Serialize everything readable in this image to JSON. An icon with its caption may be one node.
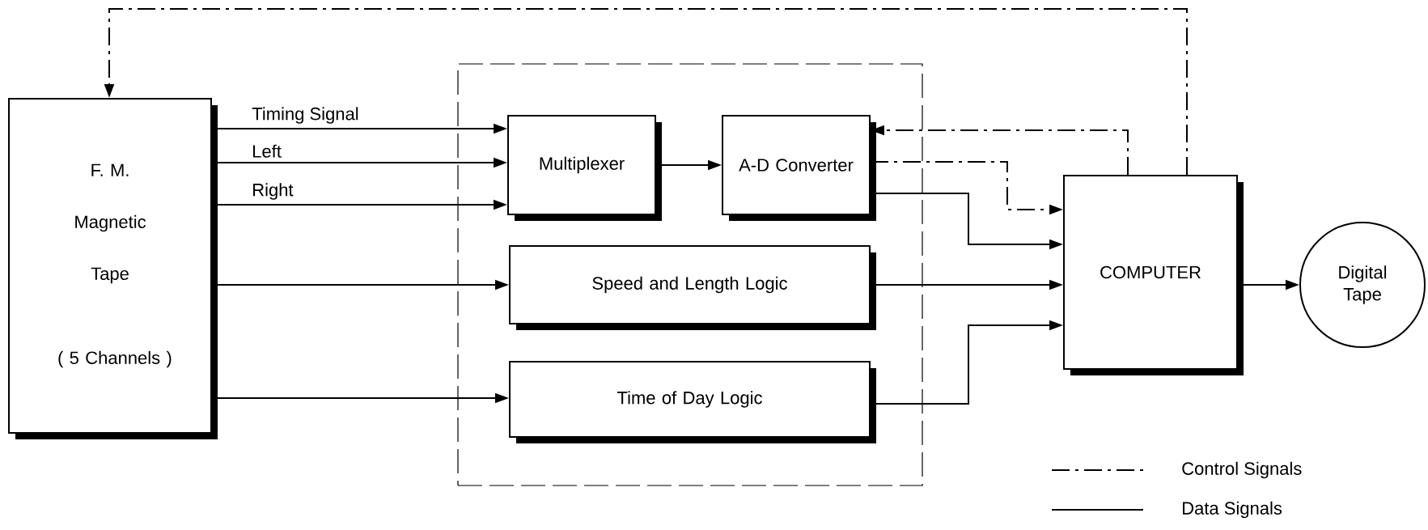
{
  "diagram": {
    "nodes": [
      {
        "text": [
          "F. M. Magnetic Tape",
          "( 5 Channels )"
        ]
      },
      {
        "text": [],
        "shape": "box"
      },
      {
        "text": [
          "Multiplexer"
        ],
        "in": 1
      },
      {
        "text": [
          "A-D Converter"
        ],
        "in": 1
      },
      {
        "text": [
          "Speed and Length Logic"
        ],
        "in": 1
      },
      {
        "text": [
          "Time of Day Logic"
        ],
        "in": 1
      },
      {
        "text": [
          "COMPUTER"
        ]
      },
      {
        "text": [
          "Digital Tape"
        ]
      }
    ],
    "edges": [
      {
        "from": 0,
        "to": 2,
        "arrow": "to",
        "label": "Timing Signal"
      },
      {
        "from": 0,
        "to": 2,
        "arrow": "to",
        "label": "Left"
      },
      {
        "from": 0,
        "to": 2,
        "arrow": "to",
        "label": "Right"
      },
      {
        "from": 0,
        "to": 4,
        "arrow": "to"
      },
      {
        "from": 0,
        "to": 5,
        "arrow": "to"
      },
      {
        "from": 2,
        "to": 3,
        "arrow": "to"
      },
      {
        "from": 3,
        "to": 6,
        "arrow": "to"
      },
      {
        "from": 3,
        "to": 6,
        "arrow": "to",
        "style": "dashed"
      },
      {
        "from": 6,
        "to": 3,
        "arrow": "to",
        "style": "dashed"
      },
      {
        "from": 4,
        "to": 6,
        "arrow": "to"
      },
      {
        "from": 5,
        "to": 6,
        "arrow": "to"
      },
      {
        "from": 6,
        "to": 7,
        "arrow": "to"
      },
      {
        "from": 6,
        "to": 0,
        "arrow": "to",
        "style": "dashed"
      }
    ],
    "legend": [
      {
        "text": "Control Signals"
      },
      {
        "text": "Data Signals"
      }
    ]
  }
}
